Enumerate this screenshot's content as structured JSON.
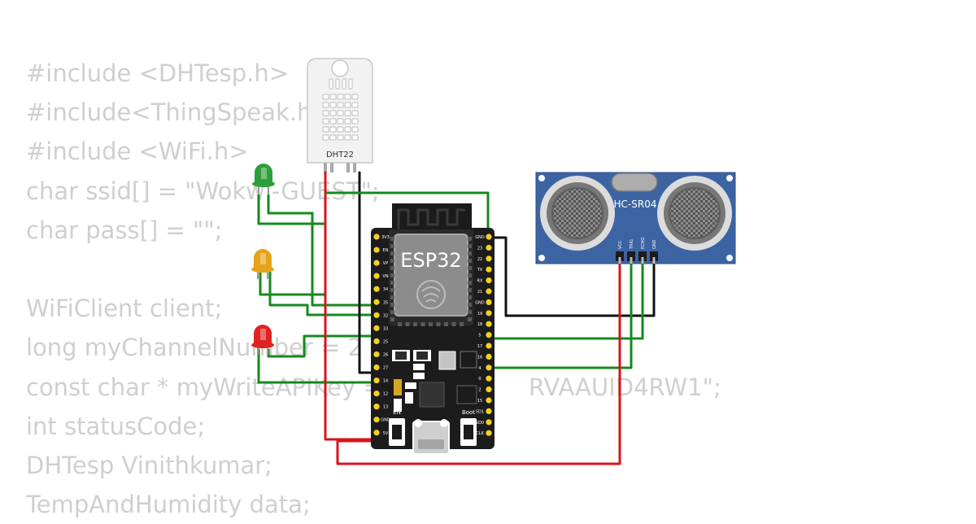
{
  "code_lines": [
    "#include <DHTesp.h>",
    "#include<ThingSpeak.h>",
    "#include <WiFi.h>",
    "char ssid[] = \"Wokwi-GUEST\";",
    "char pass[] = \"\";",
    "",
    "WiFiClient client;",
    "long myChannelNumber = 2",
    "const char * myWriteAPIKey = \"                 RVAAUID4RW1\";",
    "int statusCode;",
    "DHTesp Vinithkumar;",
    "TempAndHumidity data;"
  ],
  "components": {
    "dht22": {
      "label": "DHT22"
    },
    "esp32": {
      "label": "ESP32",
      "button_en": "EN",
      "button_boot": "Boot"
    },
    "hcsr04": {
      "label": "HC-SR04",
      "pins": [
        "VCC",
        "TRIG",
        "ECHO",
        "GND"
      ]
    },
    "leds": [
      {
        "name": "green",
        "color": "#2e9e3a"
      },
      {
        "name": "yellow",
        "color": "#e6a21a"
      },
      {
        "name": "red",
        "color": "#e02222"
      }
    ]
  },
  "esp32_pins_left": [
    "3V3",
    "EN",
    "VP",
    "VN",
    "34",
    "35",
    "32",
    "33",
    "25",
    "26",
    "27",
    "14",
    "12",
    "13",
    "GND",
    "5V"
  ],
  "esp32_pins_right": [
    "GND",
    "23",
    "22",
    "TX",
    "RX",
    "21",
    "GND",
    "19",
    "18",
    "5",
    "17",
    "16",
    "4",
    "0",
    "2",
    "15",
    "SD1",
    "SD0",
    "CLK"
  ],
  "colors": {
    "wire_green": "#158a1e",
    "wire_red": "#d8141c",
    "wire_black": "#111111",
    "board": "#1c1c1c",
    "sensor_blue": "#3c64a2"
  }
}
